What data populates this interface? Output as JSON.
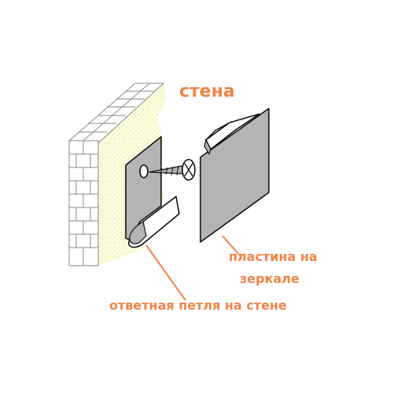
{
  "labels": {
    "wall": "стена",
    "mirror_plate_line1": "пластина на",
    "mirror_plate_line2": "зеркале",
    "wall_loop": "ответная петля на стене"
  },
  "colors": {
    "label": "#f0844a",
    "metal": "#b4b4b4",
    "outline": "#111111",
    "plaster": "#fbfbdf",
    "brick_line": "#8a8a8a"
  }
}
